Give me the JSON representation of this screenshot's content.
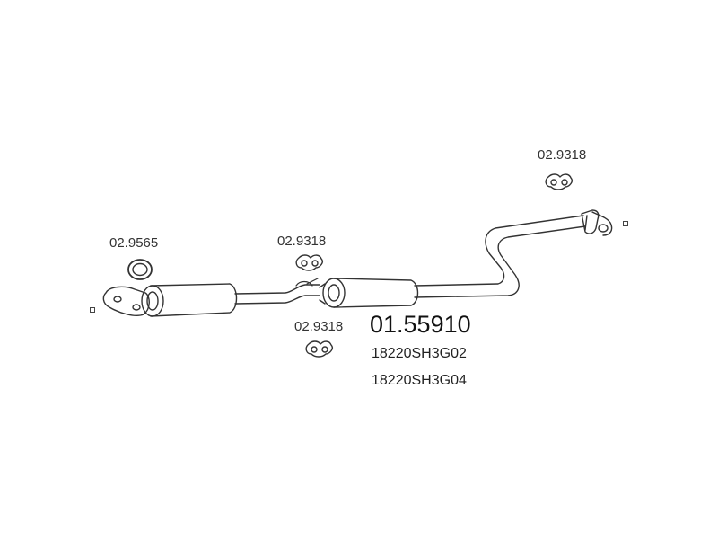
{
  "part": {
    "number": "01.55910",
    "oem_numbers": [
      "18220SH3G02",
      "18220SH3G04"
    ]
  },
  "callouts": {
    "clamp_ring": "02.9565",
    "hanger_mid_top": "02.9318",
    "hanger_mid_bottom": "02.9318",
    "hanger_rear": "02.9318"
  },
  "colors": {
    "line": "#333333",
    "text": "#333333",
    "background": "#ffffff"
  }
}
